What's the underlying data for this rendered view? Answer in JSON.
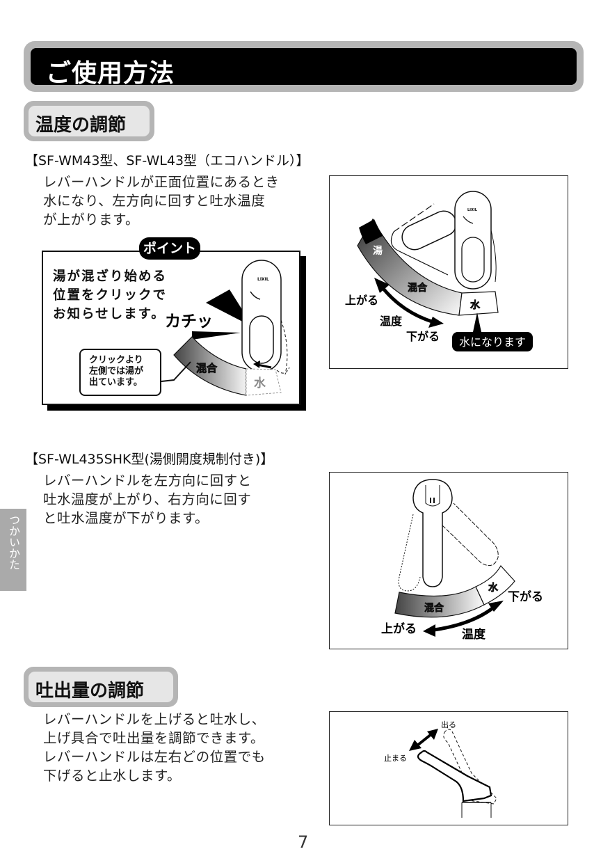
{
  "page": {
    "title": "ご使用方法",
    "page_number": "7",
    "side_tab": "つかいかた"
  },
  "temperature": {
    "heading": "温度の調節",
    "model_a": {
      "label": "【SF-WM43型、SF-WL43型（エコハンドル）】",
      "lines": [
        "レバーハンドルが正面位置にあるとき",
        "水になり、左方向に回すと吐水温度",
        "が上がります。"
      ],
      "point": {
        "badge": "ポイント",
        "lines": [
          "湯が混ざり始める",
          "位置をクリックで",
          "お知らせします。"
        ],
        "sound": "カチッ",
        "callout_lines": [
          "クリックより",
          "左側では湯が",
          "出ています。"
        ],
        "zone_mix": "混合",
        "zone_water": "水"
      },
      "figure": {
        "zone_hot": "湯",
        "zone_mix": "混合",
        "zone_water": "水",
        "up": "上がる",
        "temp": "温度",
        "down": "下がる",
        "badge": "水になります"
      }
    },
    "model_b": {
      "label": "【SF-WL435SHK型(湯側開度規制付き)】",
      "lines": [
        "レバーハンドルを左方向に回すと",
        "吐水温度が上がり、右方向に回す",
        "と吐水温度が下がります。"
      ],
      "figure": {
        "zone_mix": "混合",
        "zone_water": "水",
        "down": "下がる",
        "up": "上がる",
        "temp": "温度"
      }
    }
  },
  "flow": {
    "heading": "吐出量の調節",
    "lines": [
      "レバーハンドルを上げると吐水し、",
      "上げ具合で吐出量を調節できます。",
      "レバーハンドルは左右どの位置でも",
      "下げると止水します。"
    ],
    "figure": {
      "on": "出る",
      "off": "止まる"
    }
  }
}
